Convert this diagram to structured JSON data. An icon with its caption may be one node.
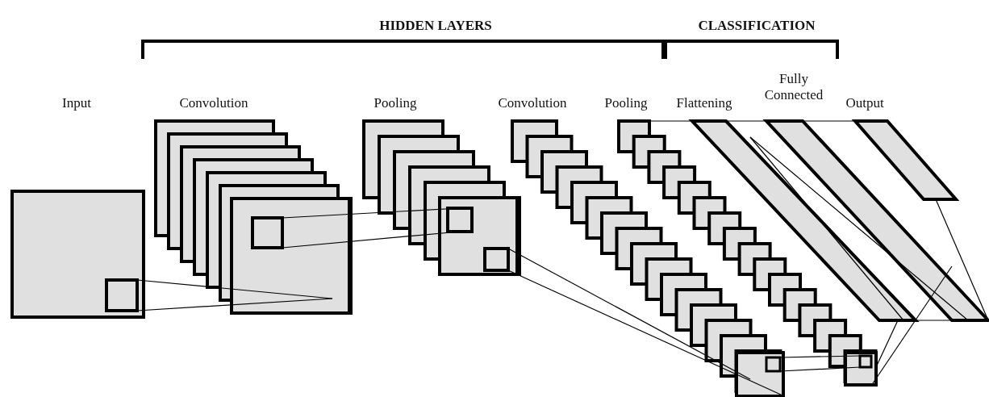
{
  "diagram": {
    "labels": [
      "HIDDEN LAYERS",
      "CLASSIFICATION",
      "Input",
      "Convolution",
      "Pooling",
      "Convolution",
      "Pooling",
      "Flattening",
      "Fully Connected",
      "Output"
    ]
  }
}
